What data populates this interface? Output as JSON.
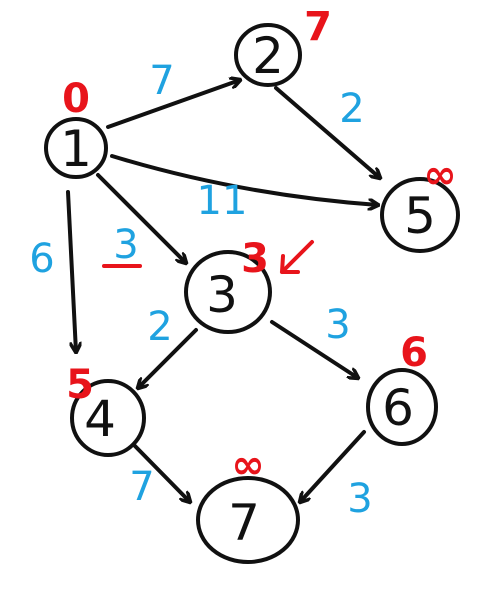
{
  "colors": {
    "ink": "#111111",
    "distance": "#e8141b",
    "weight": "#1fa2e0"
  },
  "nodes": [
    {
      "id": "1",
      "label": "1",
      "distance": "0"
    },
    {
      "id": "2",
      "label": "2",
      "distance": "7"
    },
    {
      "id": "3",
      "label": "3",
      "distance": "3"
    },
    {
      "id": "4",
      "label": "4",
      "distance": "5"
    },
    {
      "id": "5",
      "label": "5",
      "distance": "∞"
    },
    {
      "id": "6",
      "label": "6",
      "distance": "6"
    },
    {
      "id": "7",
      "label": "7",
      "distance": "∞"
    }
  ],
  "edges": [
    {
      "from": "1",
      "to": "2",
      "weight": "7"
    },
    {
      "from": "1",
      "to": "5",
      "weight": "11"
    },
    {
      "from": "1",
      "to": "3",
      "weight": "3"
    },
    {
      "from": "1",
      "to": "4",
      "weight": "6"
    },
    {
      "from": "2",
      "to": "5",
      "weight": "2"
    },
    {
      "from": "3",
      "to": "4",
      "weight": "2"
    },
    {
      "from": "3",
      "to": "6",
      "weight": "3"
    },
    {
      "from": "4",
      "to": "7",
      "weight": "7"
    },
    {
      "from": "6",
      "to": "7",
      "weight": "3"
    }
  ]
}
